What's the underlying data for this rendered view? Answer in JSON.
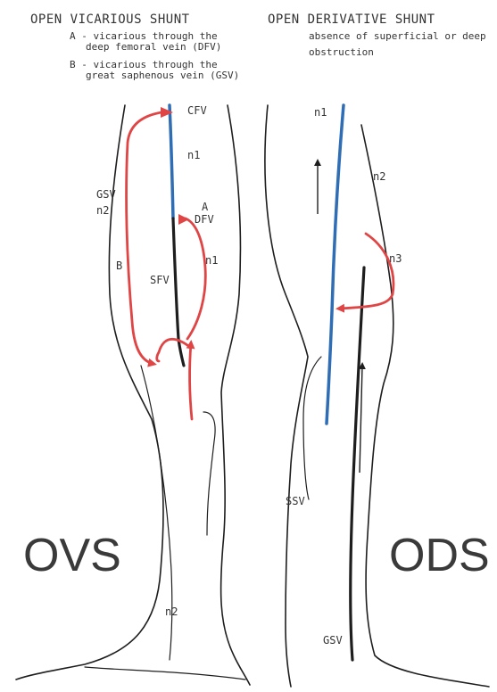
{
  "left": {
    "title": "OPEN VICARIOUS SHUNT",
    "note_a_1": "A - vicarious through the",
    "note_a_2": "deep femoral vein (DFV)",
    "note_b_1": "B - vicarious through the",
    "note_b_2": "great saphenous vein (GSV)",
    "labels": {
      "cfv": "CFV",
      "n1_top": "n1",
      "gsv": "GSV",
      "n2": "n2",
      "a": "A",
      "dfv": "DFV",
      "n1_mid": "n1",
      "b": "B",
      "sfv": "SFV",
      "n2_foot": "n2"
    },
    "big_label": "OVS"
  },
  "right": {
    "title": "OPEN DERIVATIVE SHUNT",
    "note_1": "absence of superficial or deep",
    "note_2": "obstruction",
    "labels": {
      "n1": "n1",
      "n2": "n2",
      "n3": "n3",
      "ssv": "SSV",
      "gsv": "GSV"
    },
    "big_label": "ODS"
  },
  "colors": {
    "reflux": "#e04545",
    "vein": "#2f6db5",
    "outline": "#1e1e1e"
  }
}
